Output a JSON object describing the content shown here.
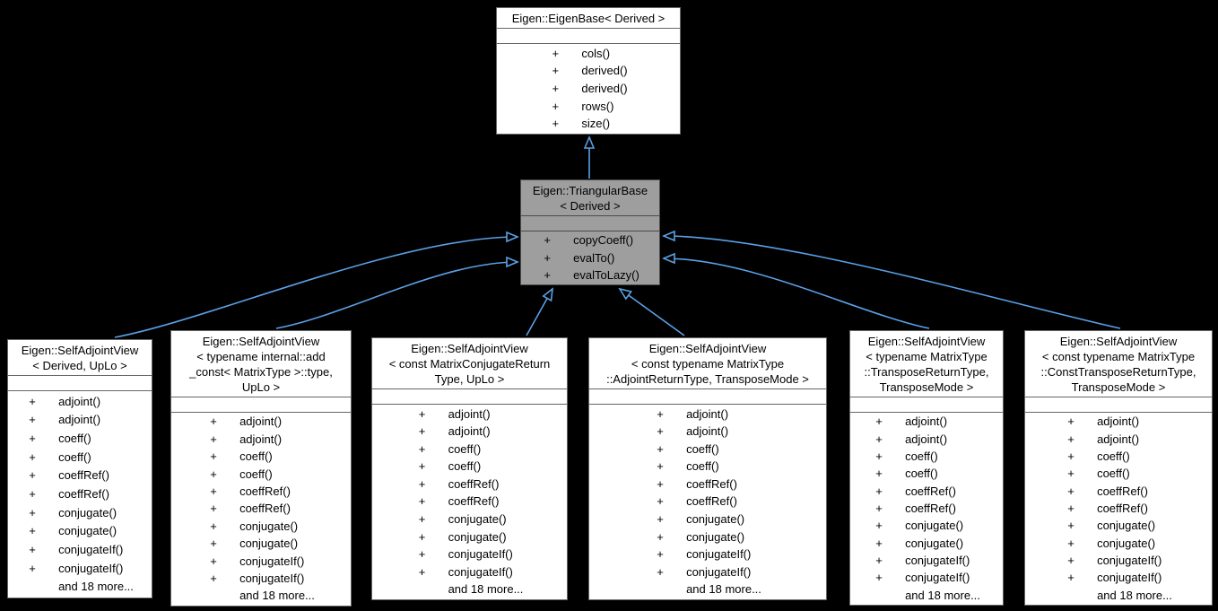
{
  "diagram": {
    "type": "uml-class-inheritance",
    "colors": {
      "background": "#000000",
      "node_fill": "#ffffff",
      "node_border": "#666666",
      "highlight_fill": "#9e9e9e",
      "highlight_border": "#4b4b4b",
      "arrow": "#5aa0e6",
      "text": "#000000"
    },
    "nodes": [
      {
        "id": "eigen-base",
        "title": "Eigen::EigenBase< Derived >",
        "highlighted": false,
        "methods": [
          {
            "v": "+",
            "n": "cols()"
          },
          {
            "v": "+",
            "n": "derived()"
          },
          {
            "v": "+",
            "n": "derived()"
          },
          {
            "v": "+",
            "n": "rows()"
          },
          {
            "v": "+",
            "n": "size()"
          }
        ],
        "more": ""
      },
      {
        "id": "triangular-base",
        "title": "Eigen::TriangularBase\n< Derived >",
        "highlighted": true,
        "methods": [
          {
            "v": "+",
            "n": "copyCoeff()"
          },
          {
            "v": "+",
            "n": "evalTo()"
          },
          {
            "v": "+",
            "n": "evalToLazy()"
          }
        ],
        "more": ""
      },
      {
        "id": "sav-derived-uplo",
        "title": "Eigen::SelfAdjointView\n< Derived, UpLo >",
        "highlighted": false,
        "methods": [
          {
            "v": "+",
            "n": "adjoint()"
          },
          {
            "v": "+",
            "n": "adjoint()"
          },
          {
            "v": "+",
            "n": "coeff()"
          },
          {
            "v": "+",
            "n": "coeff()"
          },
          {
            "v": "+",
            "n": "coeffRef()"
          },
          {
            "v": "+",
            "n": "coeffRef()"
          },
          {
            "v": "+",
            "n": "conjugate()"
          },
          {
            "v": "+",
            "n": "conjugate()"
          },
          {
            "v": "+",
            "n": "conjugateIf()"
          },
          {
            "v": "+",
            "n": "conjugateIf()"
          }
        ],
        "more": "and 18 more..."
      },
      {
        "id": "sav-add-const",
        "title": "Eigen::SelfAdjointView\n< typename internal::add\n_const< MatrixType >::type,\nUpLo >",
        "highlighted": false,
        "methods": [
          {
            "v": "+",
            "n": "adjoint()"
          },
          {
            "v": "+",
            "n": "adjoint()"
          },
          {
            "v": "+",
            "n": "coeff()"
          },
          {
            "v": "+",
            "n": "coeff()"
          },
          {
            "v": "+",
            "n": "coeffRef()"
          },
          {
            "v": "+",
            "n": "coeffRef()"
          },
          {
            "v": "+",
            "n": "conjugate()"
          },
          {
            "v": "+",
            "n": "conjugate()"
          },
          {
            "v": "+",
            "n": "conjugateIf()"
          },
          {
            "v": "+",
            "n": "conjugateIf()"
          }
        ],
        "more": "and 18 more..."
      },
      {
        "id": "sav-matrix-conjugate",
        "title": "Eigen::SelfAdjointView\n< const MatrixConjugateReturn\nType, UpLo >",
        "highlighted": false,
        "methods": [
          {
            "v": "+",
            "n": "adjoint()"
          },
          {
            "v": "+",
            "n": "adjoint()"
          },
          {
            "v": "+",
            "n": "coeff()"
          },
          {
            "v": "+",
            "n": "coeff()"
          },
          {
            "v": "+",
            "n": "coeffRef()"
          },
          {
            "v": "+",
            "n": "coeffRef()"
          },
          {
            "v": "+",
            "n": "conjugate()"
          },
          {
            "v": "+",
            "n": "conjugate()"
          },
          {
            "v": "+",
            "n": "conjugateIf()"
          },
          {
            "v": "+",
            "n": "conjugateIf()"
          }
        ],
        "more": "and 18 more..."
      },
      {
        "id": "sav-adjoint-return",
        "title": "Eigen::SelfAdjointView\n< const typename MatrixType\n::AdjointReturnType, TransposeMode >",
        "highlighted": false,
        "methods": [
          {
            "v": "+",
            "n": "adjoint()"
          },
          {
            "v": "+",
            "n": "adjoint()"
          },
          {
            "v": "+",
            "n": "coeff()"
          },
          {
            "v": "+",
            "n": "coeff()"
          },
          {
            "v": "+",
            "n": "coeffRef()"
          },
          {
            "v": "+",
            "n": "coeffRef()"
          },
          {
            "v": "+",
            "n": "conjugate()"
          },
          {
            "v": "+",
            "n": "conjugate()"
          },
          {
            "v": "+",
            "n": "conjugateIf()"
          },
          {
            "v": "+",
            "n": "conjugateIf()"
          }
        ],
        "more": "and 18 more..."
      },
      {
        "id": "sav-transpose-return",
        "title": "Eigen::SelfAdjointView\n< typename MatrixType\n::TransposeReturnType,\nTransposeMode >",
        "highlighted": false,
        "methods": [
          {
            "v": "+",
            "n": "adjoint()"
          },
          {
            "v": "+",
            "n": "adjoint()"
          },
          {
            "v": "+",
            "n": "coeff()"
          },
          {
            "v": "+",
            "n": "coeff()"
          },
          {
            "v": "+",
            "n": "coeffRef()"
          },
          {
            "v": "+",
            "n": "coeffRef()"
          },
          {
            "v": "+",
            "n": "conjugate()"
          },
          {
            "v": "+",
            "n": "conjugate()"
          },
          {
            "v": "+",
            "n": "conjugateIf()"
          },
          {
            "v": "+",
            "n": "conjugateIf()"
          }
        ],
        "more": "and 18 more..."
      },
      {
        "id": "sav-const-transpose-return",
        "title": "Eigen::SelfAdjointView\n< const typename MatrixType\n::ConstTransposeReturnType,\nTransposeMode >",
        "highlighted": false,
        "methods": [
          {
            "v": "+",
            "n": "adjoint()"
          },
          {
            "v": "+",
            "n": "adjoint()"
          },
          {
            "v": "+",
            "n": "coeff()"
          },
          {
            "v": "+",
            "n": "coeff()"
          },
          {
            "v": "+",
            "n": "coeffRef()"
          },
          {
            "v": "+",
            "n": "coeffRef()"
          },
          {
            "v": "+",
            "n": "conjugate()"
          },
          {
            "v": "+",
            "n": "conjugate()"
          },
          {
            "v": "+",
            "n": "conjugateIf()"
          },
          {
            "v": "+",
            "n": "conjugateIf()"
          }
        ],
        "more": "and 18 more..."
      }
    ],
    "edges": [
      {
        "from": "triangular-base",
        "to": "eigen-base",
        "type": "public-inheritance"
      },
      {
        "from": "sav-derived-uplo",
        "to": "triangular-base",
        "type": "public-inheritance"
      },
      {
        "from": "sav-add-const",
        "to": "triangular-base",
        "type": "public-inheritance"
      },
      {
        "from": "sav-matrix-conjugate",
        "to": "triangular-base",
        "type": "public-inheritance"
      },
      {
        "from": "sav-adjoint-return",
        "to": "triangular-base",
        "type": "public-inheritance"
      },
      {
        "from": "sav-transpose-return",
        "to": "triangular-base",
        "type": "public-inheritance"
      },
      {
        "from": "sav-const-transpose-return",
        "to": "triangular-base",
        "type": "public-inheritance"
      }
    ]
  }
}
